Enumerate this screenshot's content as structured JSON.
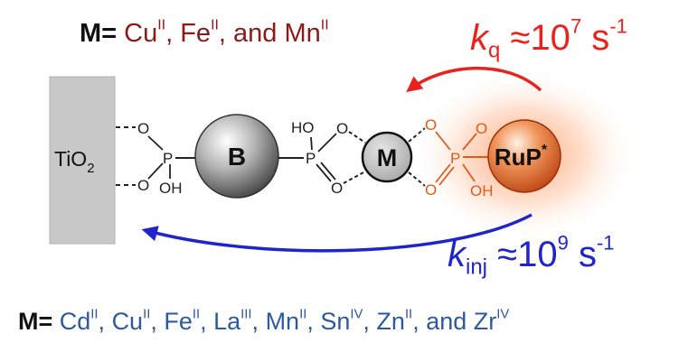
{
  "colors": {
    "top_metals": "#8b1a1a",
    "bottom_metals": "#2e5a9c",
    "quench_arrow": "#e8231e",
    "injection_arrow": "#1f25c8",
    "phosphonate_orange": "#e05a1a",
    "surface_grey": "#c8c8c8"
  },
  "top_metals": {
    "prefix": "M=",
    "parts": [
      {
        "el": "Cu",
        "ox": "II",
        "sep": ", "
      },
      {
        "el": "Fe",
        "ox": "II",
        "sep": ", and "
      },
      {
        "el": "Mn",
        "ox": "II",
        "sep": ""
      }
    ]
  },
  "bottom_metals": {
    "prefix": "M=",
    "parts": [
      {
        "el": "Cd",
        "ox": "II",
        "sep": ", "
      },
      {
        "el": "Cu",
        "ox": "II",
        "sep": ", "
      },
      {
        "el": "Fe",
        "ox": "II",
        "sep": ", "
      },
      {
        "el": "La",
        "ox": "III",
        "sep": ", "
      },
      {
        "el": "Mn",
        "ox": "II",
        "sep": ", "
      },
      {
        "el": "Sn",
        "ox": "IV",
        "sep": ", "
      },
      {
        "el": "Zn",
        "ox": "II",
        "sep": ", and "
      },
      {
        "el": "Zr",
        "ox": "IV",
        "sep": ""
      }
    ]
  },
  "rate_quench": {
    "k": "k",
    "sub": "q",
    "approx": "≈10",
    "exp": "7",
    "unit": " s",
    "unit_exp": "-1"
  },
  "rate_injection": {
    "k": "k",
    "sub": "inj",
    "approx": "≈10",
    "exp": "9",
    "unit": " s",
    "unit_exp": "-1"
  },
  "surface": {
    "name": "TiO",
    "sub": "2"
  },
  "bridge_label": "B",
  "metal_label": "M",
  "dye": {
    "name": "RuP",
    "star": "*"
  },
  "atoms": {
    "O": "O",
    "P": "P",
    "OH": "OH",
    "HO": "HO"
  }
}
